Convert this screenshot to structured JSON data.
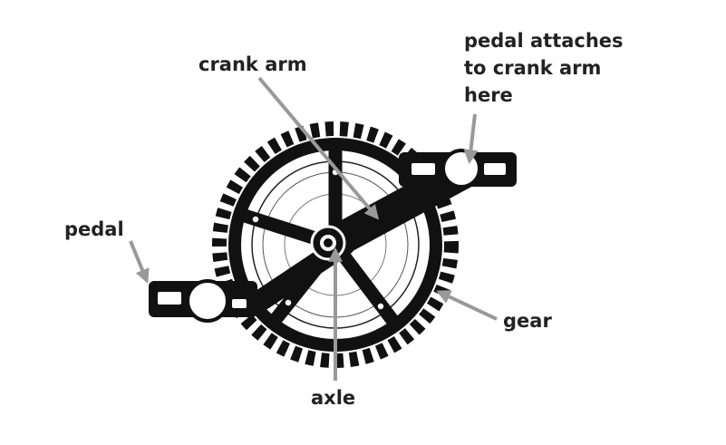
{
  "labels": {
    "crank_arm": "crank arm",
    "pedal_attaches_line1": "pedal attaches",
    "pedal_attaches_line2": "to crank arm",
    "pedal_attaches_line3": "here",
    "pedal": "pedal",
    "gear": "gear",
    "axle": "axle"
  },
  "colors": {
    "ink": "#111111",
    "arrow": "#999999",
    "text": "#222222",
    "background": "#ffffff"
  }
}
